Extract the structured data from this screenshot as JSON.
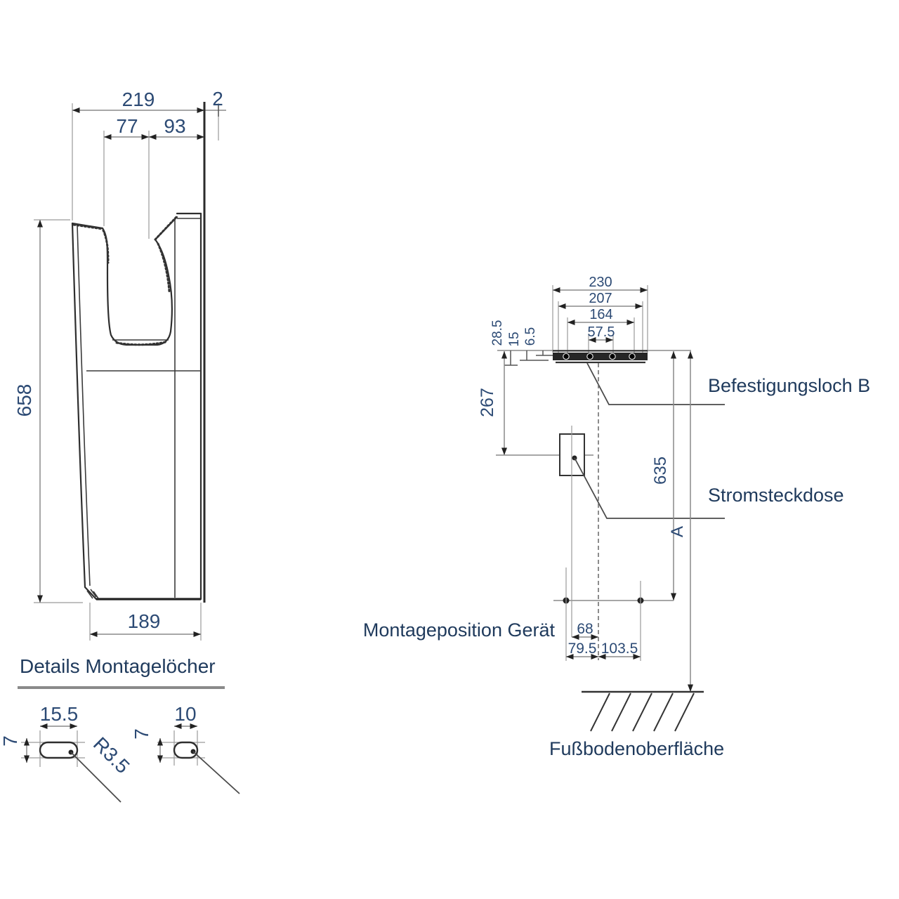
{
  "side_view": {
    "width_total": "219",
    "wall_gap": "2",
    "opening_front": "77",
    "opening_back": "93",
    "height": "658",
    "depth_bottom": "189"
  },
  "details": {
    "title": "Details Montagelöcher",
    "slot_a_width": "15.5",
    "slot_a_height": "7",
    "slot_a_radius": "R3.5",
    "slot_b_width": "10",
    "slot_b_height": "7"
  },
  "mount": {
    "w1": "230",
    "w2": "207",
    "w3": "164",
    "w4": "57.5",
    "t1": "28.5",
    "t2": "15",
    "t3": "6.5",
    "v1": "267",
    "v2": "635",
    "v3": "A",
    "b1": "68",
    "b2": "79.5",
    "b3": "103.5",
    "hole_label": "Befestigungsloch B",
    "socket_label": "Stromsteckdose",
    "position_label": "Montageposition Gerät",
    "floor_label": "Fußbodenoberfläche"
  },
  "colors": {
    "text_number": "#2c4a74",
    "text_label": "#1f3a5c",
    "line_dark": "#2e2e2e",
    "line_gray": "#8a8a8a",
    "background": "#ffffff"
  }
}
